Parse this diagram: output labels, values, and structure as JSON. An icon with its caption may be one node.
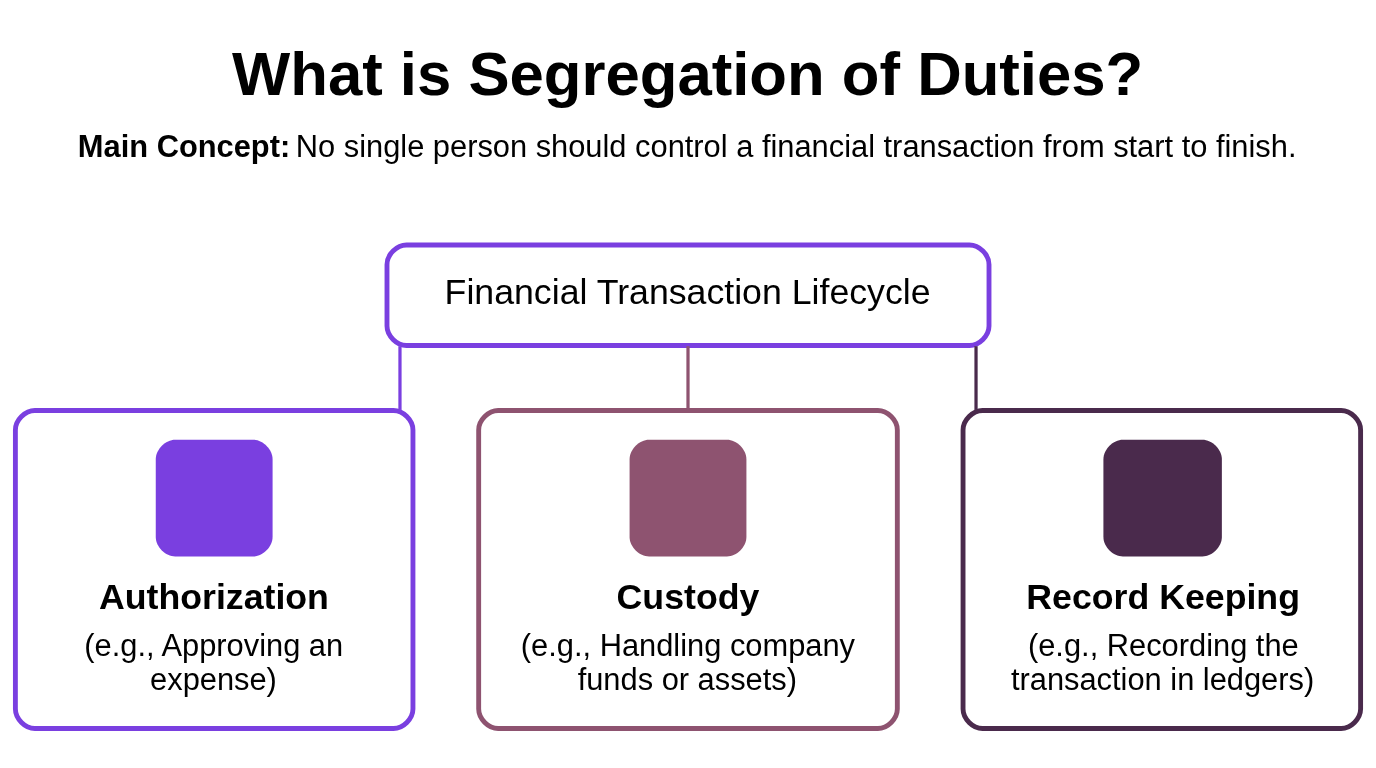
{
  "diagram": {
    "title": "What is Segregation of Duties?",
    "nodes": [
      {
        "text": [
          "Financial Transaction Lifecycle"
        ]
      },
      {
        "text": [
          "Authorization",
          "(e.g., Approving an expense)"
        ]
      },
      {
        "text": [
          "Custody",
          "(e.g., Handling company funds or assets)"
        ]
      },
      {
        "text": [
          "Record Keeping",
          "(e.g., Recording the transaction in ledgers)"
        ]
      }
    ],
    "edges": [
      {
        "from": 0,
        "to": 1,
        "arrow": "none",
        "color": "#7a3fe0"
      },
      {
        "from": 0,
        "to": 2,
        "arrow": "none",
        "color": "#8e5370"
      },
      {
        "from": 0,
        "to": 3,
        "arrow": "none",
        "color": "#4a2a4c"
      }
    ],
    "labels": [
      "**Main Concept:** No single person should control a financial transaction from start to finish."
    ]
  }
}
